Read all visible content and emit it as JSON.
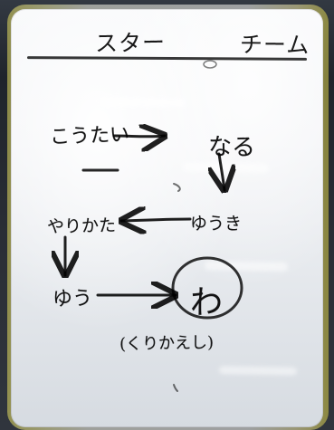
{
  "whiteboard": {
    "header": {
      "left": "スター",
      "right": "チーム"
    },
    "flow": {
      "n1": "こうたい",
      "n2": "なる",
      "n3": "ゆうき",
      "n4": "やりかた",
      "n5": "ゆう",
      "n6": "わ",
      "footnote": "(くりかえし)"
    }
  }
}
